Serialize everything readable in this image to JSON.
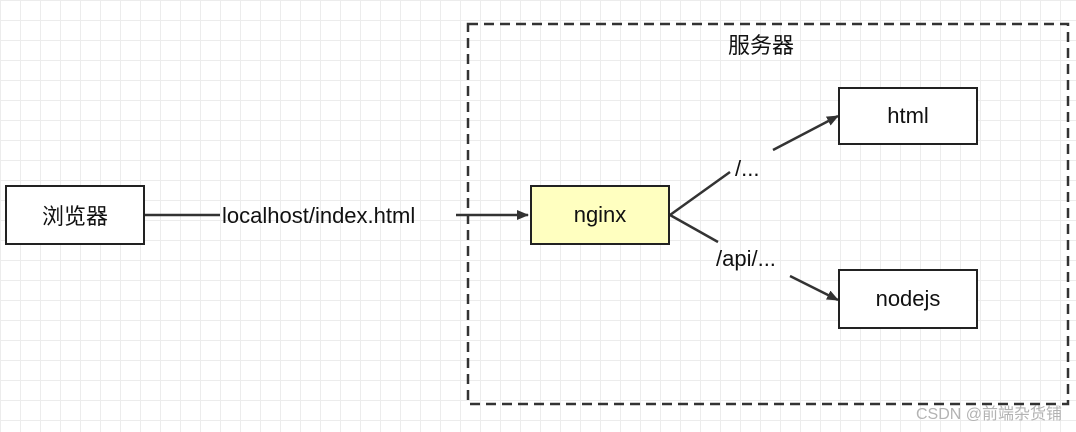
{
  "diagram": {
    "container": {
      "title": "服务器"
    },
    "nodes": {
      "browser": "浏览器",
      "nginx": "nginx",
      "html": "html",
      "nodejs": "nodejs"
    },
    "edges": {
      "browser_to_nginx": "localhost/index.html",
      "nginx_to_html": "/...",
      "nginx_to_nodejs": "/api/..."
    },
    "colors": {
      "nginx_fill": "#ffffc0",
      "line": "#333333"
    }
  },
  "watermark": "CSDN @前端杂货铺"
}
